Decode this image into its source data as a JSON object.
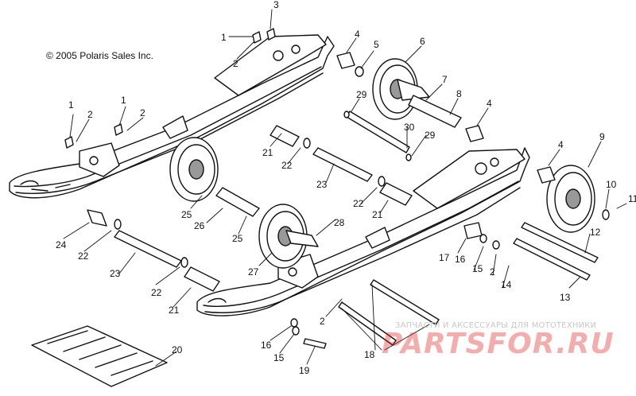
{
  "copyright": "© 2005 Polaris Sales Inc.",
  "watermark": {
    "subtitle": "ЗАПЧАСТИ И АКСЕССУАРЫ ДЛЯ МОТОТЕХНИКИ",
    "logo": "PARTSFOR.RU"
  },
  "callouts": [
    "1",
    "2",
    "3",
    "4",
    "5",
    "6",
    "7",
    "8",
    "9",
    "10",
    "11",
    "12",
    "13",
    "14",
    "15",
    "16",
    "17",
    "18",
    "19",
    "20",
    "21",
    "22",
    "23",
    "24",
    "25",
    "26",
    "27",
    "28",
    "29",
    "30"
  ]
}
